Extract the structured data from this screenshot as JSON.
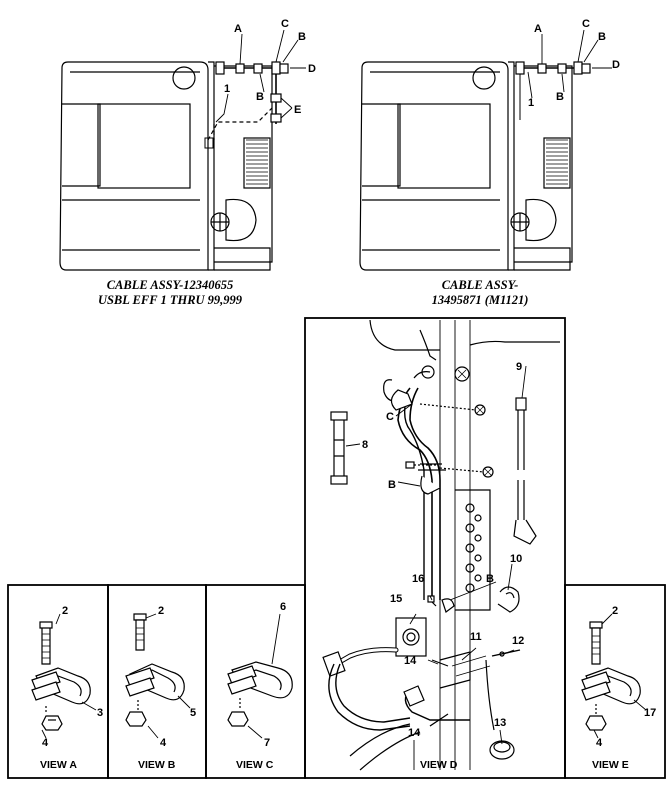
{
  "captions": {
    "left_line1": "CABLE ASSY-12340655",
    "left_line2": "USBL EFF 1 THRU 99,999",
    "right_line1": "CABLE ASSY-",
    "right_line2": "13495871 (M1121)"
  },
  "callouts": {
    "A": "A",
    "B": "B",
    "C": "C",
    "D": "D",
    "E": "E",
    "n1": "1",
    "n2": "2",
    "n3": "3",
    "n4": "4",
    "n5": "5",
    "n6": "6",
    "n7": "7",
    "n8": "8",
    "n9": "9",
    "n10": "10",
    "n11": "11",
    "n12": "12",
    "n13": "13",
    "n14": "14",
    "n15": "15",
    "n16": "16",
    "n17": "17"
  },
  "views": {
    "a": "VIEW A",
    "b": "VIEW B",
    "c": "VIEW C",
    "d": "VIEW D",
    "e": "VIEW E"
  }
}
